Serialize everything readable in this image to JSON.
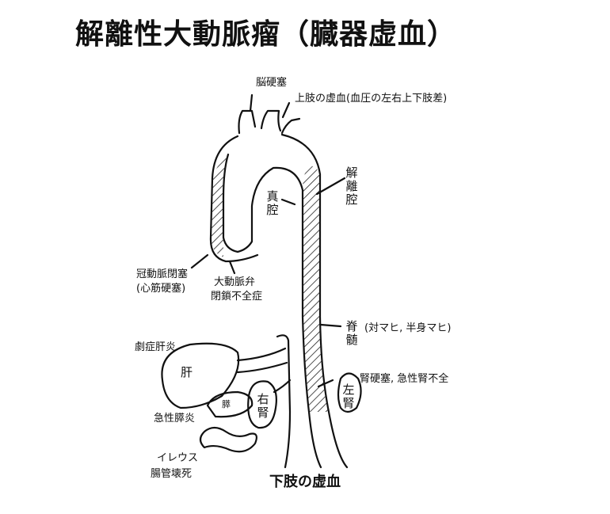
{
  "title": "解離性大動脈瘤（臓器虚血）",
  "labels": {
    "brain_infarct": "脳硬塞",
    "upper_limb_ischemia": "上肢の虚血(血圧の左右上下肢差)",
    "dissection_cavity": "解離腔",
    "true_lumen": "真腔",
    "coronary_occlusion": "冠動脈閉塞",
    "myocardial_infarction": "(心筋硬塞)",
    "aortic_valve": "大動脈弁",
    "valve_insufficiency": "閉鎖不全症",
    "spinal_cord": "脊髄",
    "paralysis": "(対マヒ, 半身マヒ)",
    "fulminant_hepatitis": "劇症肝炎",
    "liver": "肝",
    "pancreas": "膵",
    "acute_pancreatitis": "急性膵炎",
    "left_kidney": "左腎",
    "right_kidney": "右腎",
    "renal": "腎硬塞, 急性腎不全",
    "ileus": "イレウス",
    "necrosis": "腸管壊死",
    "lower_limb": "下肢の虚血"
  }
}
